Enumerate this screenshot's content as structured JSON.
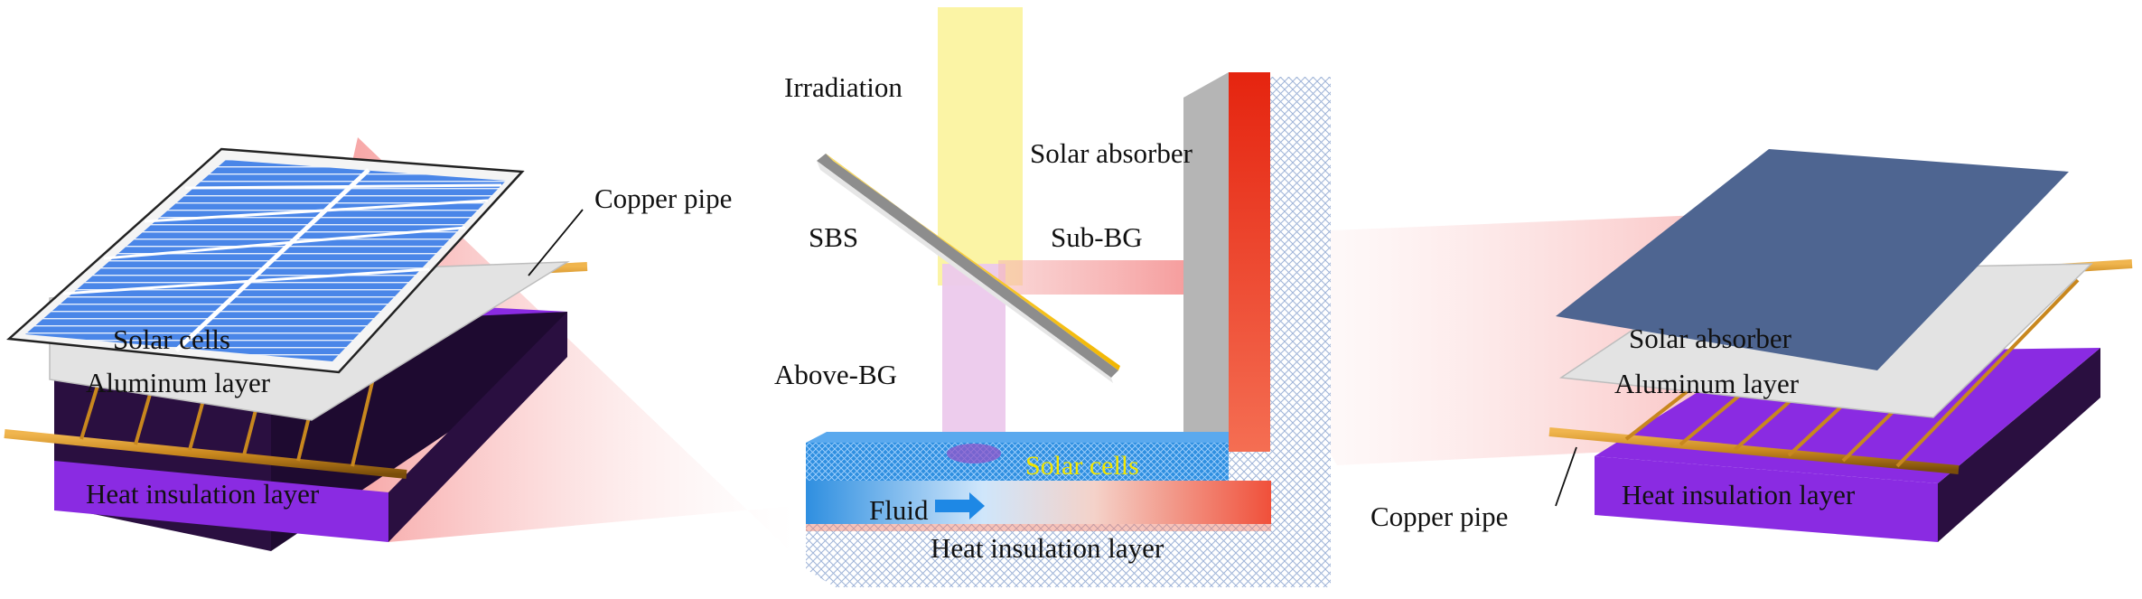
{
  "labels": {
    "irradiation": "Irradiation",
    "sbs": "SBS",
    "sub_bg": "Sub-BG",
    "above_bg": "Above-BG",
    "solar_absorber_center": "Solar absorber",
    "solar_cells_center": "Solar cells",
    "fluid": "Fluid",
    "heat_insulation_center": "Heat insulation layer",
    "copper_pipe_left": "Copper pipe",
    "solar_cells_left": "Solar cells",
    "aluminum_left": "Aluminum layer",
    "heat_insulation_left": "Heat insulation layer",
    "solar_absorber_right": "Solar absorber",
    "aluminum_right": "Aluminum layer",
    "copper_pipe_right": "Copper pipe",
    "heat_insulation_right": "Heat insulation layer"
  },
  "colors": {
    "insulation_purple": "#8a2be2",
    "insulation_dark": "#2a0f40",
    "aluminum_gray": "#e0e0e0",
    "copper": "#c8871e",
    "solar_cell_blue": "#4a86e8",
    "absorber_blue": "#4e6591",
    "irradiation_yellow": "#fbf39b",
    "above_bg_pink": "#ecc9ec",
    "absorber_red": "#e8321e",
    "solar_cells_text": "#f2e600"
  }
}
